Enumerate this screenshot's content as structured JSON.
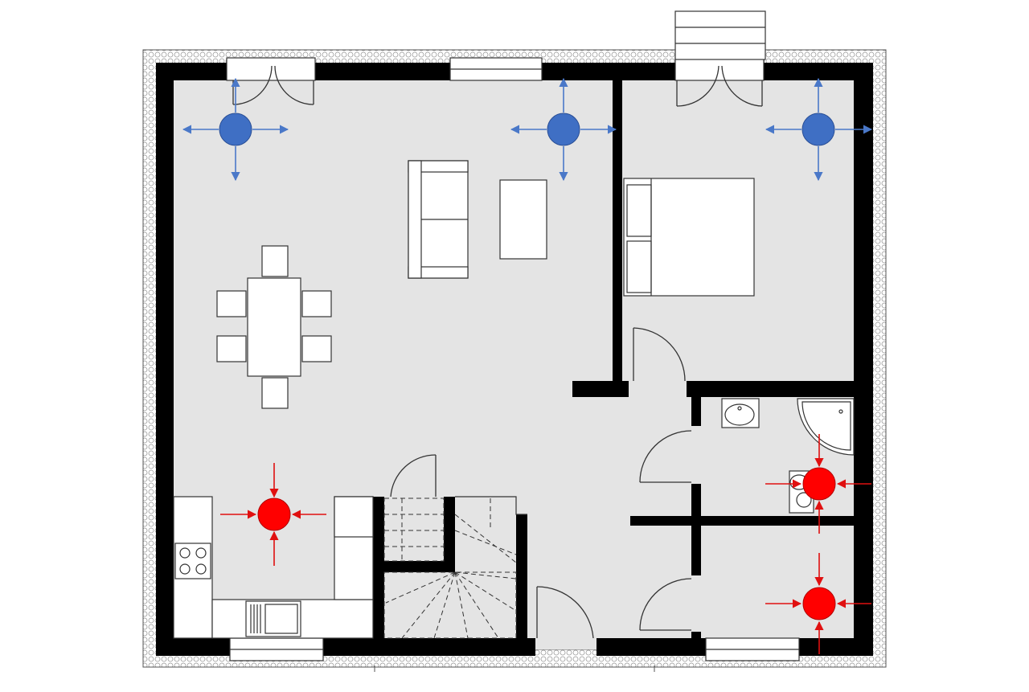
{
  "diagram": {
    "type": "floor-plan",
    "colors": {
      "floor": "#e4e4e4",
      "wall": "#000000",
      "insulation": "#ffffff",
      "furniture_stroke": "#333333",
      "supply_vent": "#3f6fc4",
      "supply_arrow": "#4a78c8",
      "extract_vent": "#ff0000",
      "extract_arrow": "#e01010"
    },
    "rooms": [
      {
        "name": "living-dining-kitchen"
      },
      {
        "name": "bedroom"
      },
      {
        "name": "entrance-hall"
      },
      {
        "name": "bathroom"
      },
      {
        "name": "wc"
      },
      {
        "name": "staircase"
      }
    ],
    "supply_vents": [
      {
        "name": "supply-vent-living-west"
      },
      {
        "name": "supply-vent-living-east"
      },
      {
        "name": "supply-vent-bedroom"
      }
    ],
    "extract_vents": [
      {
        "name": "extract-vent-kitchen"
      },
      {
        "name": "extract-vent-bathroom"
      },
      {
        "name": "extract-vent-wc"
      }
    ]
  }
}
